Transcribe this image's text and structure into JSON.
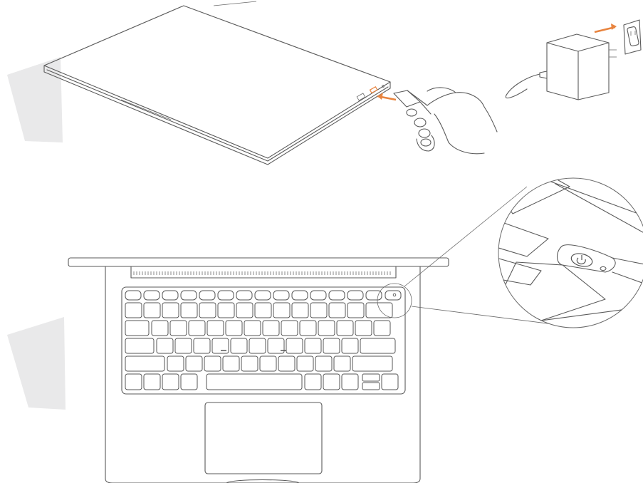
{
  "figure": {
    "steps": [
      {
        "id": "connect-power",
        "icons": [
          "laptop-closed-side-view",
          "usb-c-plug-in-hand",
          "power-adapter",
          "wall-outlet"
        ]
      },
      {
        "id": "press-power-button",
        "icons": [
          "laptop-open-top-view",
          "keyboard",
          "touchpad",
          "power-button-icon",
          "magnifier-circle"
        ]
      }
    ],
    "colors": {
      "line": "#5a5a5a",
      "accent_arrow": "#e8843f",
      "watermark": "#e9e9ea",
      "background": "#ffffff"
    }
  }
}
